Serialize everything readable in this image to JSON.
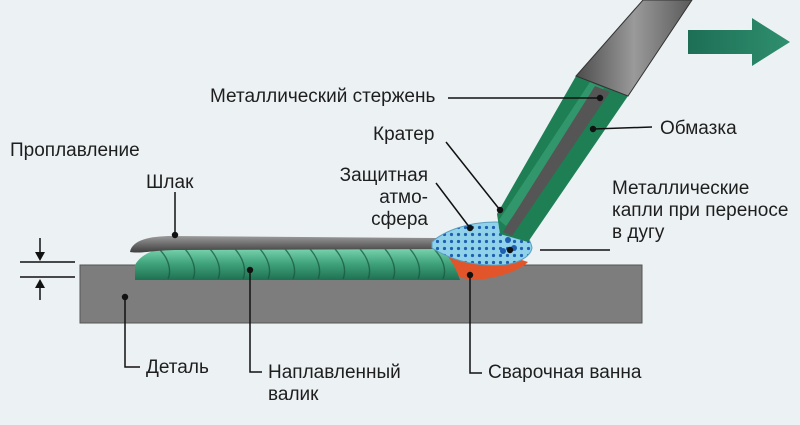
{
  "diagram": {
    "labels": {
      "rod": "Металлический стержень",
      "crater": "Кратер",
      "coating": "Обмазка",
      "penetration": "Проплавление",
      "slag": "Шлак",
      "shielding_gas": "Защитная атмо-\nсфера",
      "droplets": "Металлические\nкапли при переносе\nв дугу",
      "workpiece": "Деталь",
      "bead": "Наплавленный\nвалик",
      "weld_pool": "Сварочная ванна"
    },
    "icons": {
      "arrow": "travel-direction-arrow"
    },
    "colors": {
      "background": "#ecf1f4",
      "workpiece": "#7d7d7d",
      "coating": "#1e7f55",
      "rod": "#6b6b6b",
      "bead": "#4fb58d",
      "weld_pool": "#e2552b",
      "gas": "#8fd2ea",
      "arrow": "#1d6e55"
    }
  }
}
